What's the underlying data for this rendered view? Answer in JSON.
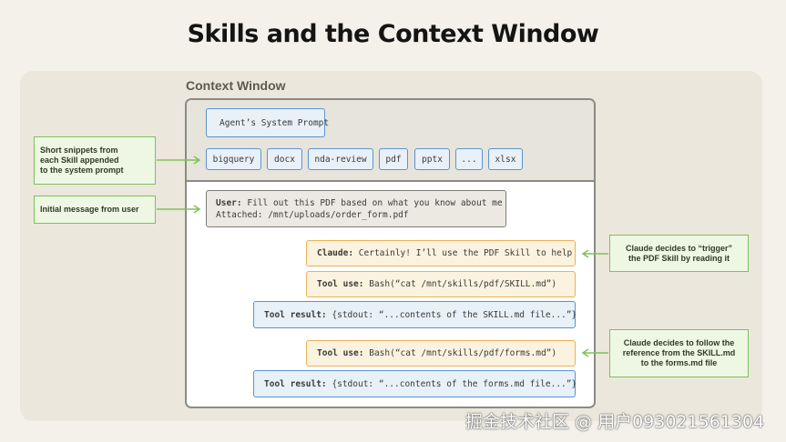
{
  "title": "Skills and the Context Window",
  "context_window": {
    "label": "Context Window",
    "system_prompt": "Agent’s System Prompt",
    "skills": [
      "bigquery",
      "docx",
      "nda-review",
      "pdf",
      "pptx",
      "...",
      "xlsx"
    ],
    "user_message": {
      "prefix": "User:",
      "line1": "Fill out this PDF based on what you know about me",
      "line2": "Attached: /mnt/uploads/order_form.pdf"
    },
    "claude_reply": {
      "prefix": "Claude:",
      "text": "Certainly! I’ll use the PDF Skill to help"
    },
    "tool_use_1": {
      "prefix": "Tool use:",
      "text": "Bash(“cat /mnt/skills/pdf/SKILL.md”)"
    },
    "tool_result_1": {
      "prefix": "Tool result:",
      "text": "{stdout: “...contents of the SKILL.md file...”}"
    },
    "tool_use_2": {
      "prefix": "Tool use:",
      "text": "Bash(“cat /mnt/skills/pdf/forms.md”)"
    },
    "tool_result_2": {
      "prefix": "Tool result:",
      "text": "{stdout: “...contents of the forms.md file...”}"
    }
  },
  "annotations": {
    "snippets": [
      "Short snippets from",
      "each Skill appended",
      "to the system prompt"
    ],
    "initial_message": "Initial message from user",
    "trigger": [
      "Claude decides to “trigger”",
      "the PDF Skill by reading it"
    ],
    "follow": [
      "Claude decides to follow the",
      "reference from the SKILL.md",
      "to the forms.md file"
    ]
  },
  "watermark": "掘金技术社区 @ 用户093021561304",
  "colors": {
    "blue_border": "#5b93cf",
    "orange_border": "#eab357",
    "green_border": "#7fc15a",
    "gray_border": "#7d7b74"
  }
}
